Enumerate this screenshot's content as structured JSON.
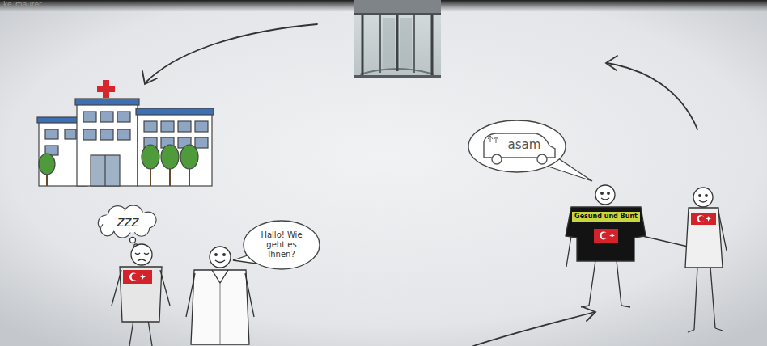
{
  "diagram": {
    "nodes": [
      {
        "text": [
          "asam"
        ]
      },
      {
        "text": [
          "Gesund und Bunt"
        ]
      },
      {
        "text": [
          "zzz"
        ]
      },
      {
        "text": [
          "Hallo! Wie geht es Ihnen?"
        ]
      }
    ],
    "labels": [
      "ke_maurer"
    ]
  }
}
